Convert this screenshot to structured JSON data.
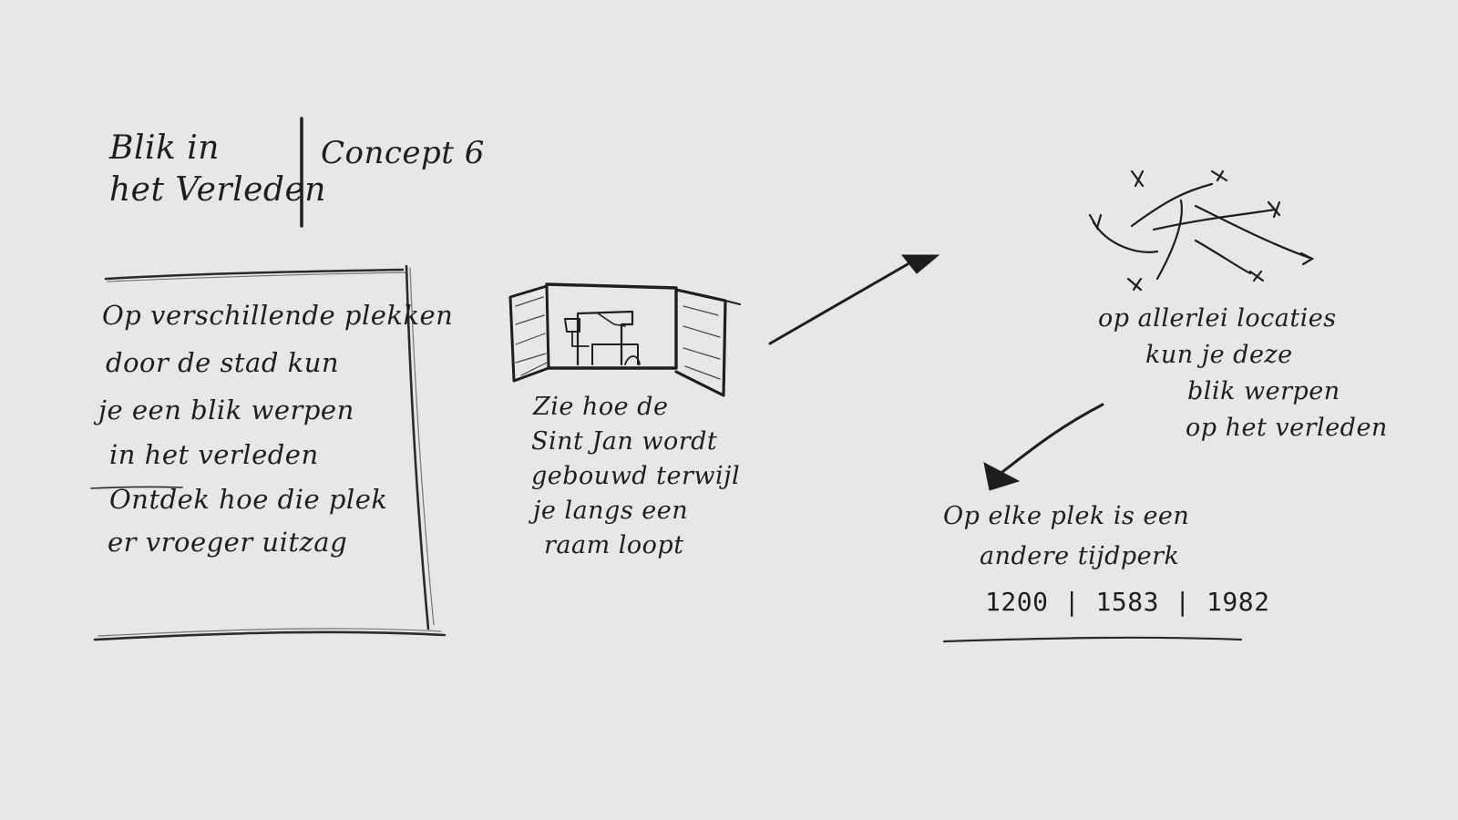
{
  "sketch": {
    "title_lines": [
      "Blik in",
      "het Verleden"
    ],
    "concept_label": "Concept 6",
    "intro_lines": [
      "Op verschillende plekken",
      "door de stad kun",
      "je een blik werpen",
      "in het verleden",
      "Ontdek hoe die plek",
      "er vroeger uitzag"
    ],
    "window_caption_lines": [
      "Zie hoe de",
      "Sint Jan wordt",
      "gebouwd terwijl",
      "je langs een",
      "raam loopt"
    ],
    "locations_lines": [
      "op allerlei locaties",
      "kun je deze",
      "blik werpen",
      "op het verleden"
    ],
    "era_lines": [
      "Op elke plek is een",
      "andere tijdperk",
      "1200 | 1583 | 1982"
    ],
    "ink_color": "#1e1e1e",
    "paper_color": "#e7e7e6"
  }
}
